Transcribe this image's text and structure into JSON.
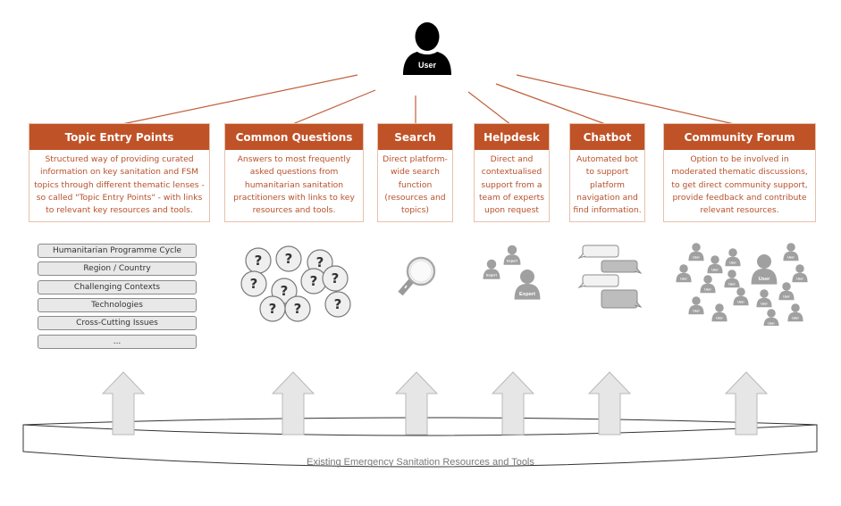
{
  "user": {
    "label": "User"
  },
  "colors": {
    "accent": "#c05227",
    "accent_text": "#b8502a",
    "connector": "#c0603a",
    "icon_gray": "#a0a0a0",
    "arrow_fill": "#e6e6e6"
  },
  "features": [
    {
      "title": "Topic Entry Points",
      "description": "Structured way of providing curated information on key sanitation and FSM topics through different thematic lenses - so called \"Topic Entry Points\" - with links to relevant key resources and tools.",
      "icon": "thematic-lenses-list"
    },
    {
      "title": "Common Questions",
      "description": "Answers to most frequently asked questions from humanitarian sanitation practitioners with links to key resources and tools.",
      "icon": "question-bubbles-icon"
    },
    {
      "title": "Search",
      "description": "Direct platform-wide search function (resources and topics)",
      "icon": "magnifier-icon"
    },
    {
      "title": "Helpdesk",
      "description": "Direct and contextualised support from a team of experts upon request",
      "icon": "experts-icon"
    },
    {
      "title": "Chatbot",
      "description": "Automated bot to support platform navigation and find information.",
      "icon": "chat-bubbles-icon"
    },
    {
      "title": "Community Forum",
      "description": "Option to be involved in moderated thematic discussions, to get direct community support, provide feedback and contribute relevant resources.",
      "icon": "community-users-icon"
    }
  ],
  "topic_lenses": [
    "Humanitarian Programme Cycle",
    "Region / Country",
    "Challenging Contexts",
    "Technologies",
    "Cross-Cutting Issues",
    "..."
  ],
  "question_mark": "?",
  "expert_label": "Expert",
  "community_user_label": "User",
  "platform": {
    "label": "Existing Emergency Sanitation Resources and Tools"
  }
}
